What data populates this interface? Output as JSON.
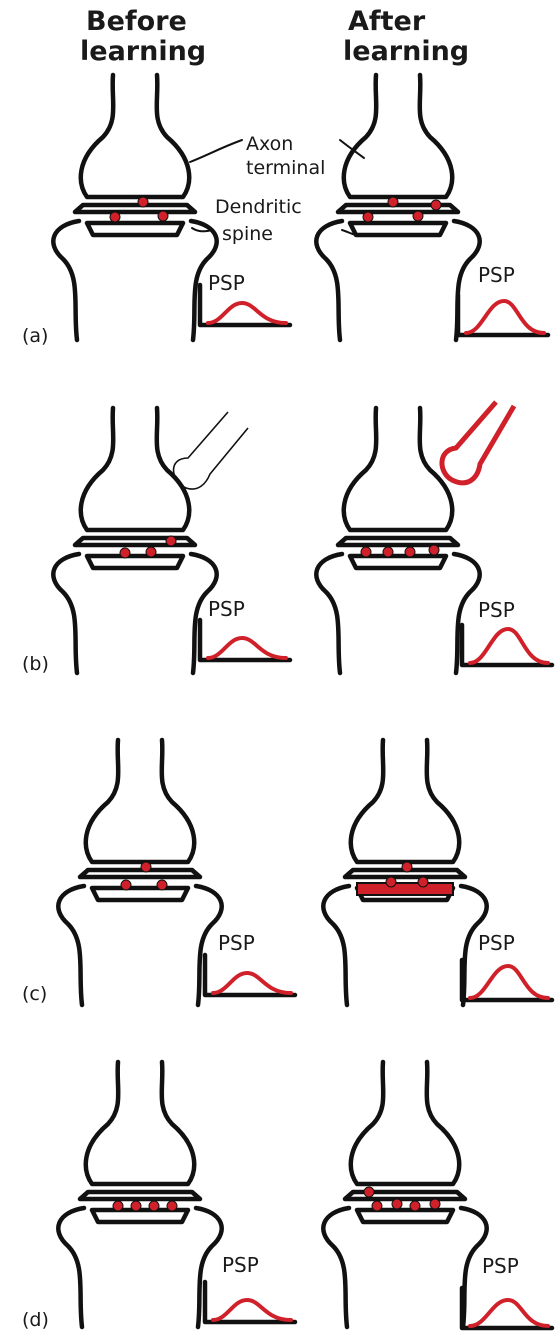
{
  "headers": {
    "before": [
      "Before",
      "learning"
    ],
    "after": [
      "After",
      "learning"
    ]
  },
  "labels": {
    "axon_terminal": [
      "Axon",
      "terminal"
    ],
    "dendritic_spine": [
      "Dendritic",
      "spine"
    ],
    "psp": "PSP"
  },
  "panels": [
    "(a)",
    "(b)",
    "(c)",
    "(d)"
  ],
  "colors": {
    "ink": "#111111",
    "highlight": "#d0202a"
  }
}
